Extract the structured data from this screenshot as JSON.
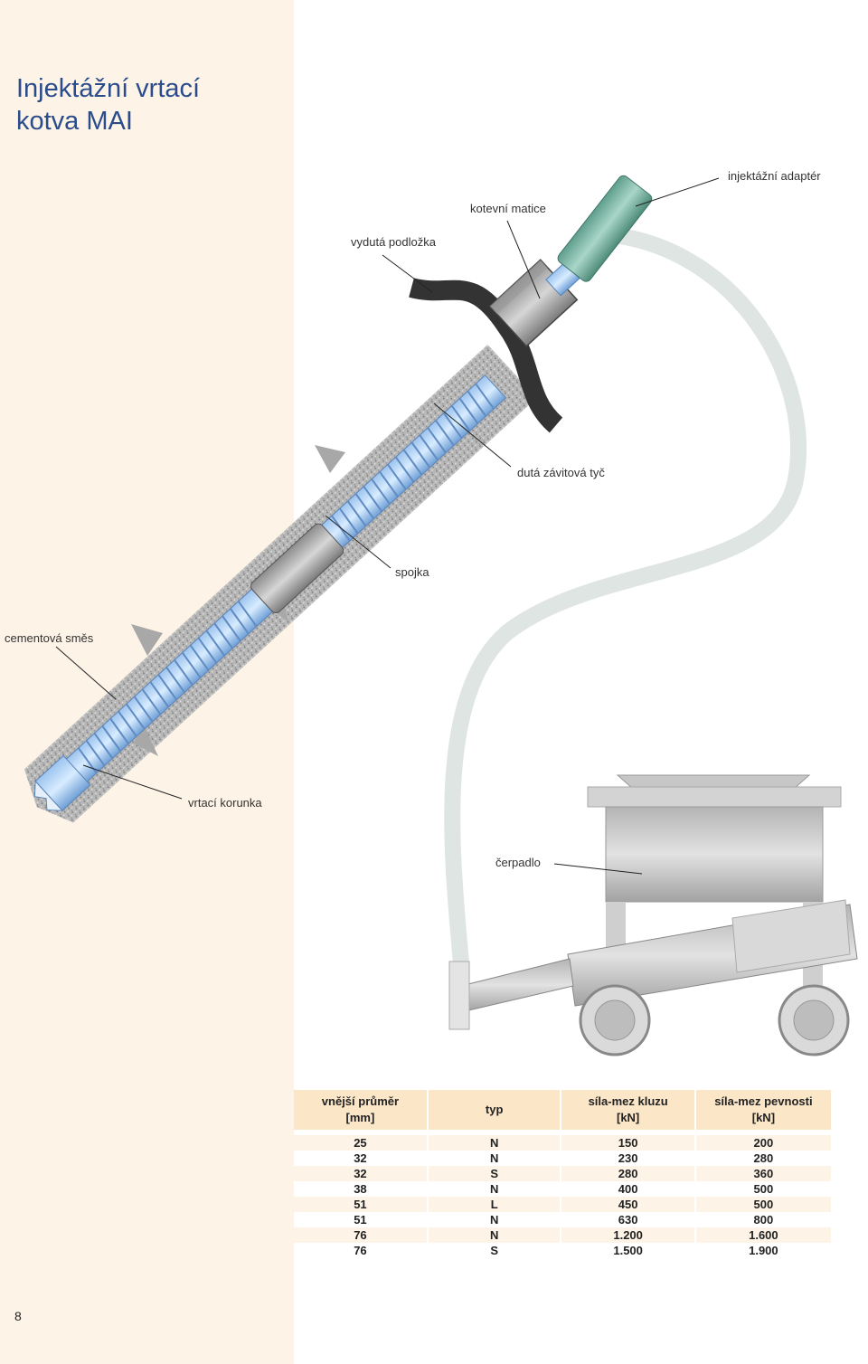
{
  "title_line1": "Injektážní vrtací",
  "title_line2": "kotva MAI",
  "page_number": "8",
  "labels": {
    "injection_adapter": "injektážní adaptér",
    "anchor_nut": "kotevní matice",
    "dome_plate": "vydutá podložka",
    "hollow_rod": "dutá závitová tyč",
    "coupler": "spojka",
    "grout": "cementová směs",
    "drill_bit": "vrtací korunka",
    "pump": "čerpadlo"
  },
  "table": {
    "headers": {
      "diameter": "vnější průměr",
      "diameter_unit": "[mm]",
      "type": "typ",
      "yield": "síla-mez kluzu",
      "yield_unit": "[kN]",
      "strength": "síla-mez pevnosti",
      "strength_unit": "[kN]"
    },
    "rows": [
      {
        "d": "25",
        "t": "N",
        "y": "150",
        "s": "200"
      },
      {
        "d": "32",
        "t": "N",
        "y": "230",
        "s": "280"
      },
      {
        "d": "32",
        "t": "S",
        "y": "280",
        "s": "360"
      },
      {
        "d": "38",
        "t": "N",
        "y": "400",
        "s": "500"
      },
      {
        "d": "51",
        "t": "L",
        "y": "450",
        "s": "500"
      },
      {
        "d": "51",
        "t": "N",
        "y": "630",
        "s": "800"
      },
      {
        "d": "76",
        "t": "N",
        "y": "1.200",
        "s": "1.600"
      },
      {
        "d": "76",
        "t": "S",
        "y": "1.500",
        "s": "1.900"
      }
    ]
  }
}
